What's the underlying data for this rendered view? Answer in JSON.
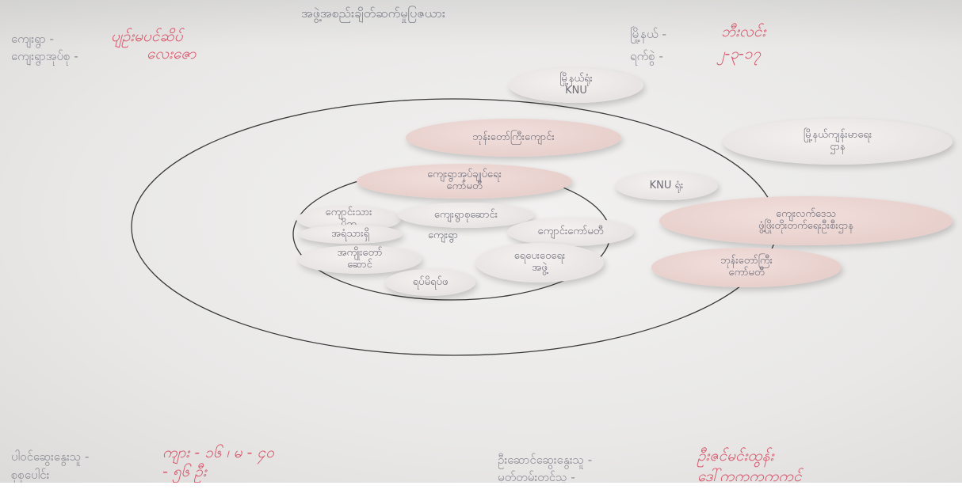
{
  "title": "အဖွဲ့အစည်းချိတ်ဆက်မှုပြဇယား",
  "header_left": {
    "village_label": "ကျေးရွာ -",
    "village_value": "ပျဉ်းမပင်ဆိပ်",
    "tract_label": "ကျေးရွာအုပ်စု -",
    "tract_value": "လေးဇော"
  },
  "header_right": {
    "township_label": "မြို့နယ် -",
    "township_value": "ဘီးလင်း",
    "date_label": "ရက်စွဲ -",
    "date_value": "၂-၃-၁၇"
  },
  "center_label": "ကျေးရွာ",
  "bubbles": {
    "b1": [
      "မြို့နယ်ရုံး",
      "KNU"
    ],
    "b2": [
      "ဘုန်းတော်ကြီးကျောင်း"
    ],
    "b3": [
      "မြို့နယ်ကျန်းမာရေး",
      "ဌာန"
    ],
    "b4": [
      "ကျေးရွာအုပ်ချုပ်ရေး",
      "ကော်မတီ"
    ],
    "b5": [
      "KNU ရုံး"
    ],
    "b6": [
      "ကျောင်းသား",
      "မိဘ"
    ],
    "b7": [
      "ကျေးရွာစုဆောင်း"
    ],
    "b8": [
      "အရံသားရှိ"
    ],
    "b9": [
      "ကျောင်းကော်မတီ"
    ],
    "b10": [
      "ကျေးလက်ဒေသ",
      "ဖွံ့ဖြိုးတိုးတက်ရေးဦးစီးဌာန"
    ],
    "b11": [
      "အကျိုးတော်",
      "ဆောင်"
    ],
    "b12": [
      "ရေပေးဝေရေး",
      "အဖွဲ့"
    ],
    "b13": [
      "ဘုန်းတော်ကြီး",
      "ကော်မတီ"
    ],
    "b14": [
      "ရပ်မိရပ်ဖ"
    ]
  },
  "footer_left": {
    "participants_label": "ပါဝင်ဆွေးနွေးသူ -",
    "participants_value": "ကျား - ၁၆ ၊ မ - ၄၀",
    "total_label": "စုစုပေါင်း",
    "total_value": "- ၅၆ ဦး"
  },
  "footer_right": {
    "facilitator_label": "ဦးဆောင်ဆွေးနွေးသူ -",
    "facilitator_value": "ဦးဇင်မင်းထွန်း",
    "notetaker_label": "မှတ်တမ်းတင်သူ -",
    "notetaker_value": "ဒေါ်ကကကကကင်"
  },
  "colors": {
    "ink_red": "#d9556a",
    "ink_grey": "#8a8a94",
    "bubble_pink": "#e4c9c5"
  }
}
